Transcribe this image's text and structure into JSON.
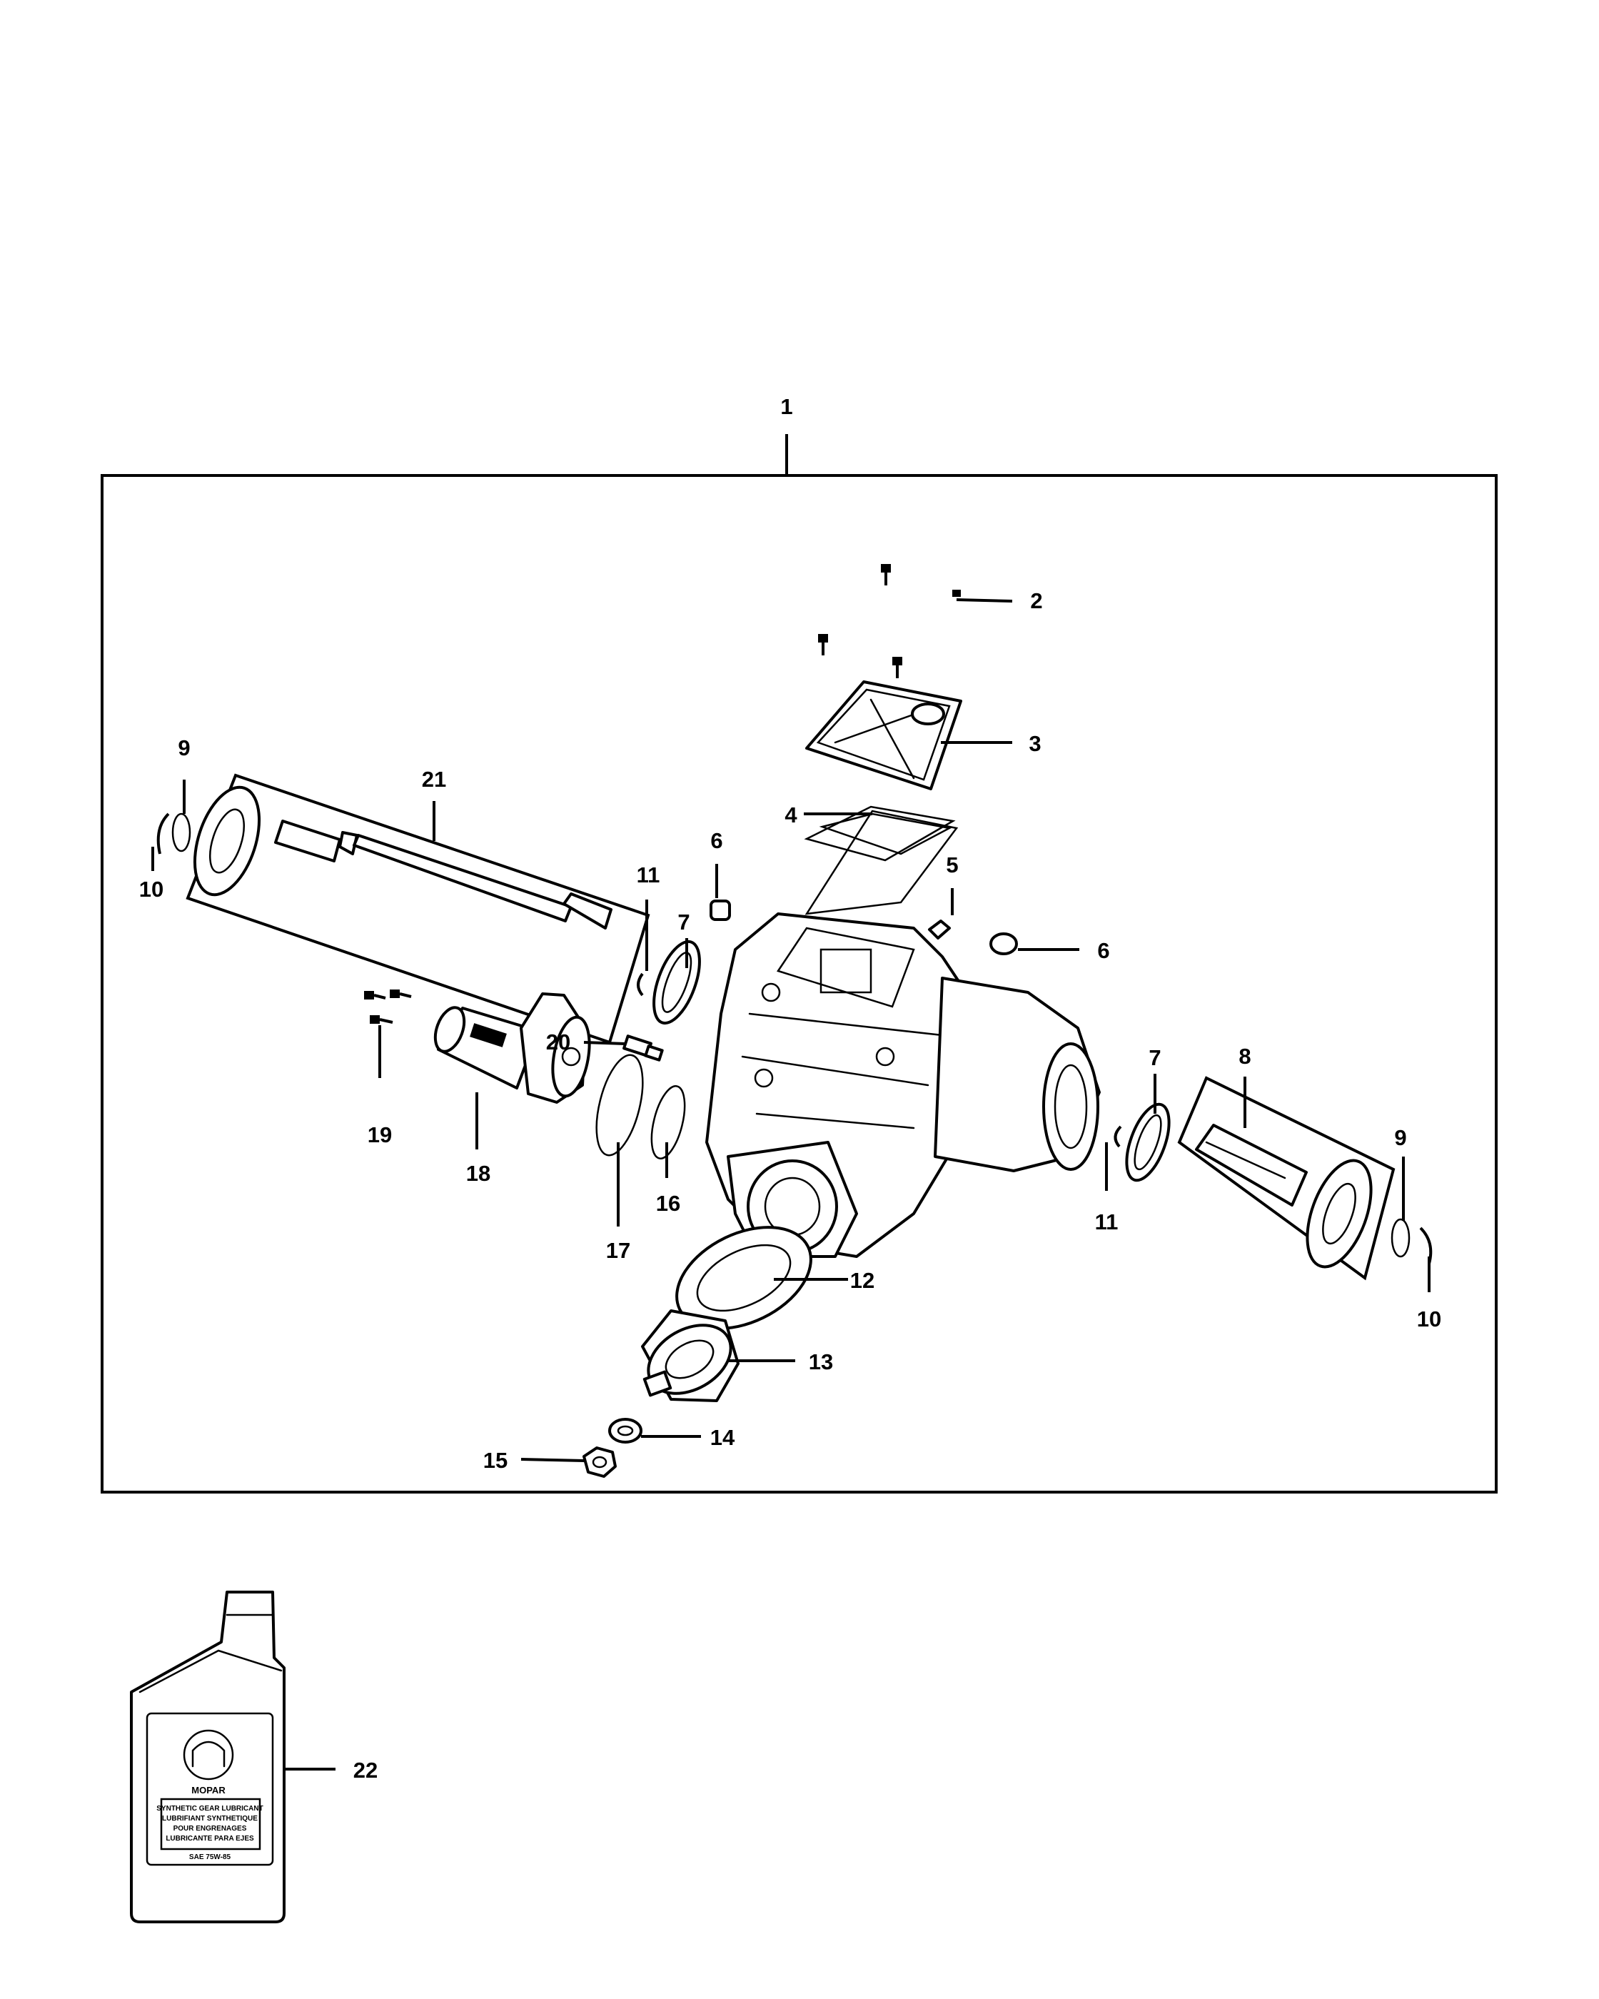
{
  "callouts": {
    "c1": "1",
    "c2": "2",
    "c3": "3",
    "c4": "4",
    "c5": "5",
    "c6a": "6",
    "c6b": "6",
    "c7a": "7",
    "c7b": "7",
    "c8": "8",
    "c9a": "9",
    "c9b": "9",
    "c10a": "10",
    "c10b": "10",
    "c11a": "11",
    "c11b": "11",
    "c12": "12",
    "c13": "13",
    "c14": "14",
    "c15": "15",
    "c16": "16",
    "c17": "17",
    "c18": "18",
    "c19": "19",
    "c20": "20",
    "c21": "21",
    "c22": "22"
  },
  "bottle": {
    "brand": "MOPAR",
    "label_lines": [
      "SYNTHETIC GEAR LUBRICANT",
      "LUBRIFIANT SYNTHETIQUE",
      "POUR ENGRENAGES",
      "LUBRICANTE PARA EJES",
      "SAE 75W-85"
    ]
  },
  "colors": {
    "line": "#000000",
    "background": "#ffffff"
  }
}
